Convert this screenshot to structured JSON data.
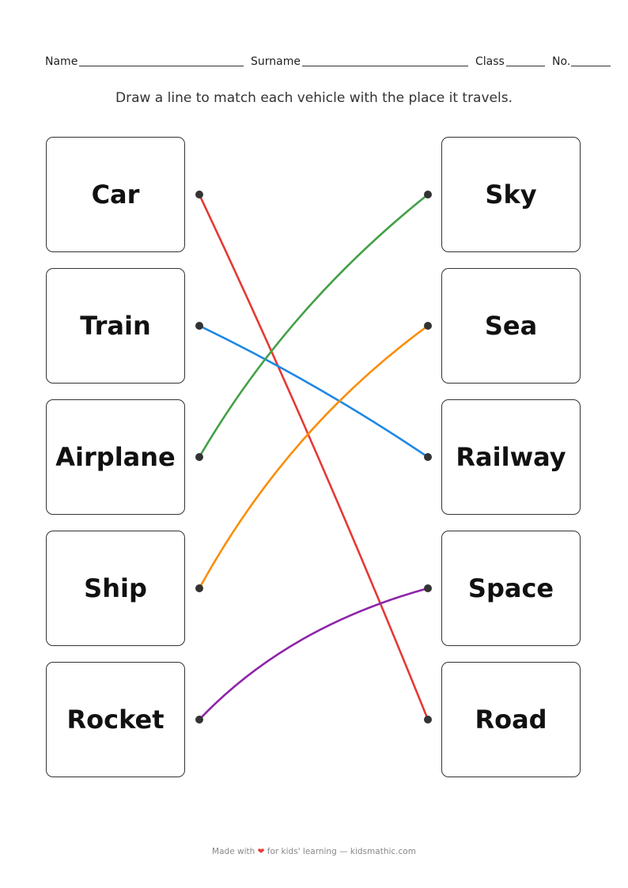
{
  "header": {
    "name_label": "Name",
    "surname_label": "Surname",
    "class_label": "Class",
    "no_label": "No."
  },
  "instruction": "Draw a line to match each vehicle with the place it travels.",
  "left_items": [
    "Car",
    "Train",
    "Airplane",
    "Ship",
    "Rocket"
  ],
  "right_items": [
    "Sky",
    "Sea",
    "Railway",
    "Space",
    "Road"
  ],
  "matches": [
    {
      "from": 0,
      "to": 4,
      "color": "#e53935"
    },
    {
      "from": 1,
      "to": 2,
      "color": "#1e88e5"
    },
    {
      "from": 2,
      "to": 0,
      "color": "#43a047"
    },
    {
      "from": 3,
      "to": 1,
      "color": "#fb8c00"
    },
    {
      "from": 4,
      "to": 3,
      "color": "#8e24aa"
    }
  ],
  "footer": {
    "prefix": "Made with",
    "heart": "❤",
    "suffix": "for kids' learning — kidsmathic.com"
  }
}
